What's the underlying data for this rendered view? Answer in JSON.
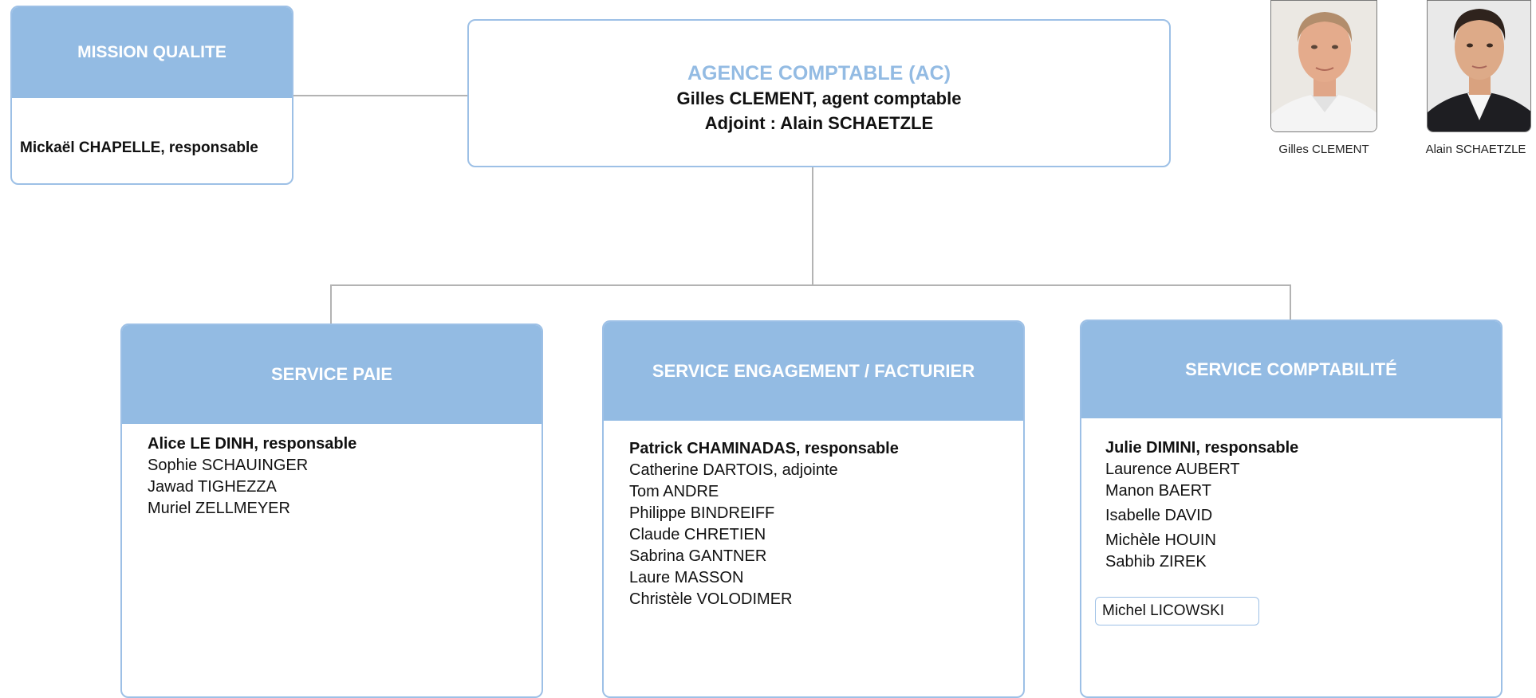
{
  "mission": {
    "title": "MISSION QUALITE",
    "person": "Mickaël CHAPELLE, responsable"
  },
  "agency": {
    "title": "AGENCE COMPTABLE (AC)",
    "line1": "Gilles CLEMENT, agent comptable",
    "line2": "Adjoint : Alain SCHAETZLE"
  },
  "photos": [
    {
      "caption": "Gilles CLEMENT",
      "icon": "person-photo-icon"
    },
    {
      "caption": "Alain SCHAETZLE",
      "icon": "person-photo-icon"
    }
  ],
  "services": [
    {
      "title": "SERVICE PAIE",
      "lead": "Alice LE DINH, responsable",
      "members": [
        "Sophie SCHAUINGER",
        "Jawad TIGHEZZA",
        "Muriel ZELLMEYER"
      ]
    },
    {
      "title": "SERVICE ENGAGEMENT / FACTURIER",
      "lead": "Patrick CHAMINADAS, responsable",
      "members": [
        "Catherine DARTOIS, adjointe",
        "Tom ANDRE",
        "Philippe BINDREIFF",
        "Claude CHRETIEN",
        "Sabrina GANTNER",
        "Laure MASSON",
        "Christèle VOLODIMER"
      ]
    },
    {
      "title": "SERVICE COMPTABILITÉ",
      "lead": "Julie DIMINI, responsable",
      "members": [
        "Laurence AUBERT",
        "Manon BAERT",
        "Isabelle DAVID",
        "Michèle HOUIN",
        "Sabhib ZIREK"
      ],
      "extra": "Michel LICOWSKI"
    }
  ],
  "colors": {
    "header_fill": "#93bbe3",
    "border": "#9dc0e6",
    "agency_title": "#93bbe3",
    "connector": "#b3b3b3"
  }
}
